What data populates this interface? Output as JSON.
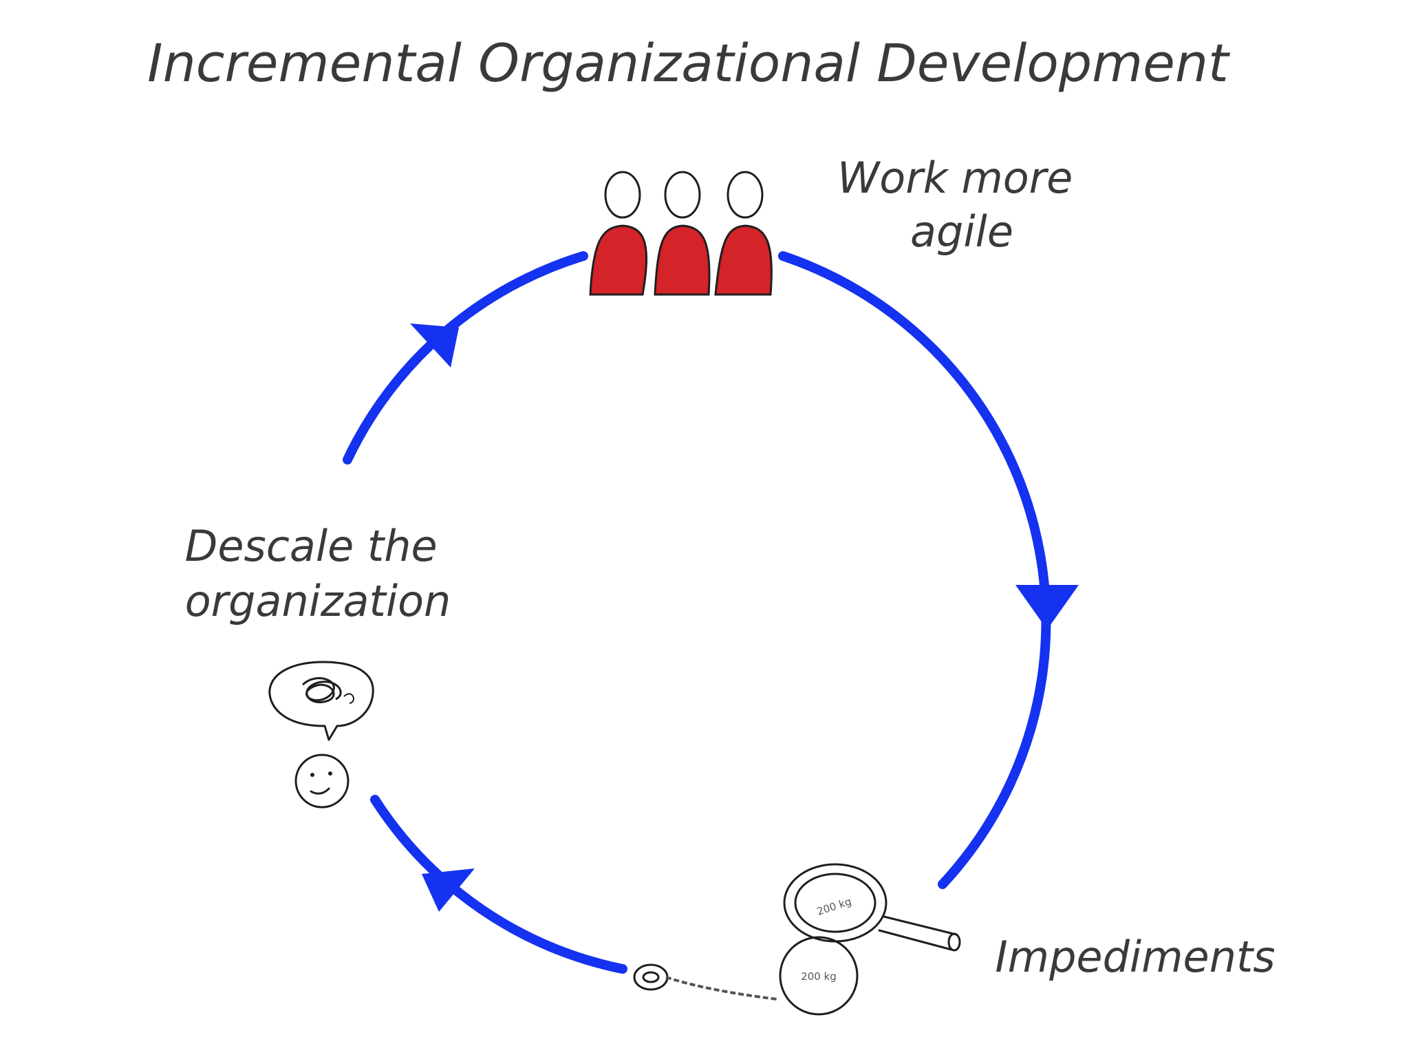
{
  "title": "Incremental Organizational Development",
  "stages": {
    "agile": {
      "line1": "Work more",
      "line2": "agile"
    },
    "impediments": {
      "line1": "Impediments"
    },
    "descale": {
      "line1": "Descale the",
      "line2": "organization"
    }
  },
  "illustrations": {
    "weight_label": "200 kg"
  },
  "colors": {
    "cycle_arrow": "#1432f0",
    "people_body": "#d42329",
    "ink": "#1e1e1e",
    "text": "#3a3a3a"
  },
  "icons": [
    "people-group-icon",
    "magnifier-icon",
    "ball-and-chain-icon",
    "tangled-speech-bubble-icon",
    "smiley-face-icon"
  ]
}
